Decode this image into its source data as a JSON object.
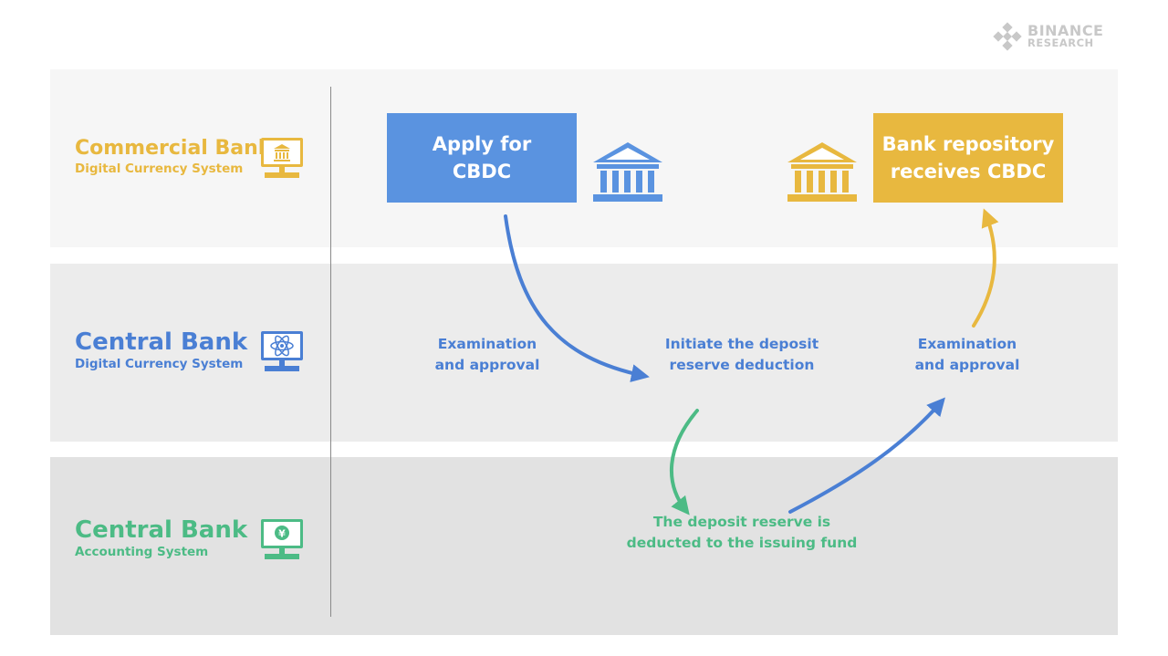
{
  "brand": {
    "name": "BINANCE",
    "sub": "RESEARCH"
  },
  "colors": {
    "yellow": "#e8b83f",
    "blue": "#4a7fd4",
    "box_blue": "#5a93e0",
    "green": "#4cbb85"
  },
  "lanes": [
    {
      "title": "Commercial Bank",
      "subtitle": "Digital Currency System",
      "icon": "bank-monitor-icon"
    },
    {
      "title": "Central Bank",
      "subtitle": "Digital Currency System",
      "icon": "atom-monitor-icon"
    },
    {
      "title": "Central Bank",
      "subtitle": "Accounting System",
      "icon": "yen-monitor-icon"
    }
  ],
  "nodes": {
    "apply": {
      "line1": "Apply for",
      "line2": "CBDC"
    },
    "receive": {
      "line1": "Bank repository",
      "line2": "receives CBDC"
    },
    "exam1": {
      "line1": "Examination",
      "line2": "and approval"
    },
    "initiate": {
      "line1": "Initiate the deposit",
      "line2": "reserve deduction"
    },
    "exam2": {
      "line1": "Examination",
      "line2": "and approval"
    },
    "deducted": {
      "line1": "The deposit reserve is",
      "line2": "deducted to the issuing fund"
    }
  },
  "icons": {
    "apply_bank": "bank-icon",
    "receive_bank": "bank-icon"
  }
}
